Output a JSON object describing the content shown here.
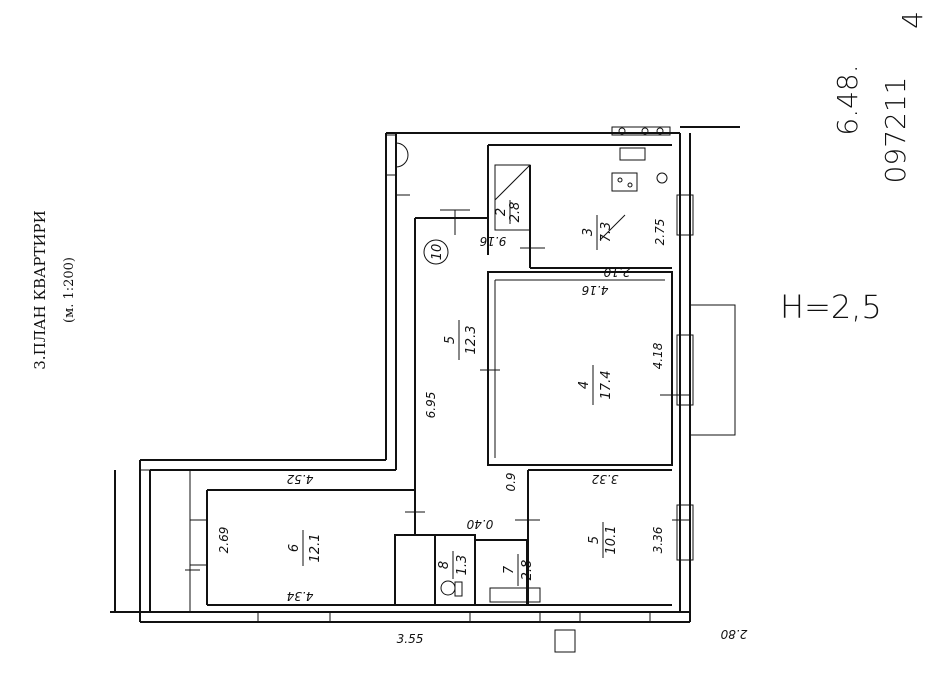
{
  "title": "3.ПЛАН КВАРТИРИ",
  "scale": "(м. 1:200)",
  "room_marker": "10",
  "rooms": [
    {
      "num": "2",
      "area": "2.8"
    },
    {
      "num": "3",
      "area": "7.3"
    },
    {
      "num": "4",
      "area": "17.4"
    },
    {
      "num": "5",
      "area": "12.3"
    },
    {
      "num": "5",
      "area": "10.1"
    },
    {
      "num": "6",
      "area": "12.1"
    },
    {
      "num": "7",
      "area": "2.8"
    },
    {
      "num": "8",
      "area": "1.3"
    }
  ],
  "dimensions": [
    "2.75",
    "2.10",
    "9.16",
    "4.16",
    "4.18",
    "6.95",
    "3.32",
    "3.36",
    "4.52",
    "2.69",
    "4.34",
    "0.40",
    "0.9",
    "3.55",
    "2.80"
  ],
  "handwritten": {
    "ceiling_height": "Н=2,5",
    "note_line1": "6.48.",
    "note_line2": "097211",
    "note_line3": "4"
  }
}
